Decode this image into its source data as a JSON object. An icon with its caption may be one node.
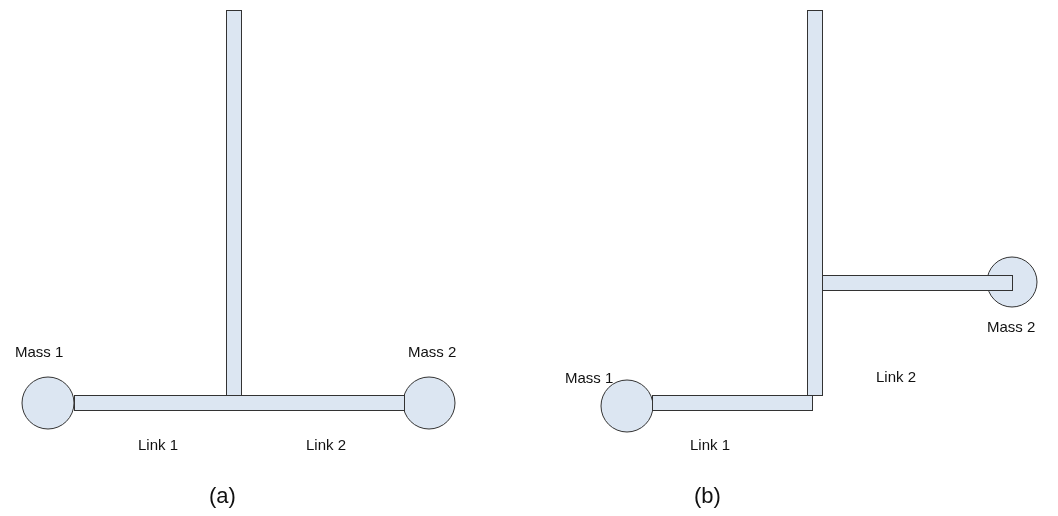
{
  "diagram": {
    "labels": [
      "Mass 1",
      "Mass 2",
      "Link 1",
      "Link 2",
      "(a)",
      "Mass 2",
      "Link 2",
      "Mass 1",
      "Link 1",
      "(b)"
    ]
  }
}
